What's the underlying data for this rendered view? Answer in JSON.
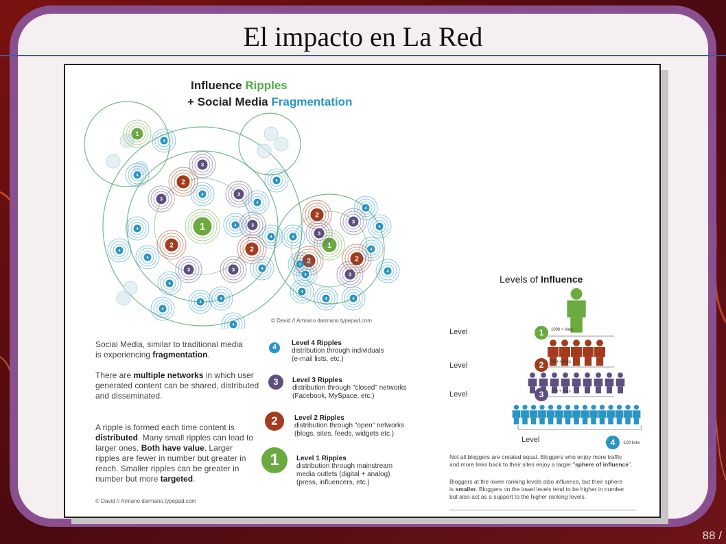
{
  "slide": {
    "title": "El impacto en La Red",
    "page_number": "88 /"
  },
  "infographic": {
    "title_line1_a": "Influence",
    "title_line1_b": "Ripples",
    "title_line2_a": "+ Social Media",
    "title_line2_b": "Fragmentation",
    "credit_top": "© David // Armano   darmano.typepad.com",
    "description": {
      "p1_a": "Social Media, similar to traditional media",
      "p1_b": "is experiencing ",
      "p1_bold": "fragmentation",
      "p1_end": ".",
      "p2_a": "There are ",
      "p2_bold": "multiple networks",
      "p2_b": " in which user",
      "p2_c": "generated content can be shared, distributed",
      "p2_d": "and disseminated.",
      "p3_a": "A ripple is formed each time content is",
      "p3_bold1": "distributed",
      "p3_b": ".  Many small ripples can lead to",
      "p3_c": "larger ones.  ",
      "p3_bold2": "Both have value",
      "p3_d": ".  Larger",
      "p3_e": "ripples are fewer in number but greater in",
      "p3_f": "reach.  Smaller ripples can be greater in",
      "p3_g": "number but more ",
      "p3_bold3": "targeted",
      "p3_h": "."
    },
    "credit_bottom": "© David // Armano  darmano.typepad.com",
    "legend": [
      {
        "num": "4",
        "title": "Level 4 Ripples",
        "line1": "distribution through individuals",
        "line2": "(e-mail lists,  etc.)",
        "line3": "",
        "color": "#2a95c4"
      },
      {
        "num": "3",
        "title": "Level 3 Ripples",
        "line1": "distribution through \"closed\" networks",
        "line2": "(Facebook, MySpace, etc.)",
        "line3": "",
        "color": "#5e4f80"
      },
      {
        "num": "2",
        "title": "Level 2 Ripples",
        "line1": "distribution through \"open\" networks",
        "line2": "(blogs, sites, feeds, widgets etc.)",
        "line3": "",
        "color": "#a23c1d"
      },
      {
        "num": "1",
        "title": "Level 1 Ripples",
        "line1": "distribution through mainstream",
        "line2": "media outlets (digital + analog)",
        "line3": "(press, influencers, etc.)",
        "color": "#6aaa3f"
      }
    ],
    "levels": {
      "title_a": "Levels of ",
      "title_b": "Influence",
      "level_word": "Level",
      "rows": [
        {
          "num": "1",
          "links": "1000 + links",
          "color": "#6aaa3f",
          "people": 1
        },
        {
          "num": "2",
          "links": "500 + links",
          "color": "#a23c1d",
          "people": 5
        },
        {
          "num": "3",
          "links": "200 + links",
          "color": "#5e4f80",
          "people": 9
        },
        {
          "num": "4",
          "links": "-100  links",
          "color": "#2a95c4",
          "people": 15
        }
      ],
      "note1_a": "Not all bloggers are created equal.  Bloggers who enjoy more traffic",
      "note1_b": "and more links back to their sites enjoy a larger \"",
      "note1_bold": "sphere of influence",
      "note1_c": "\".",
      "note2_a": "Bloggers at the lower ranking levels also influence, but their sphere",
      "note2_b": "is ",
      "note2_bold": "smaller",
      "note2_c": ".  Bloggers on the lowel levels tend to be higher in number",
      "note2_d": "but also act as a support to the higher ranking levels."
    }
  },
  "colors": {
    "green": "#6aaa3f",
    "brown": "#a23c1d",
    "purple": "#5e4f80",
    "blue": "#2a95c4",
    "title_blue": "#2a95c4",
    "title_green": "#4fae4a"
  }
}
